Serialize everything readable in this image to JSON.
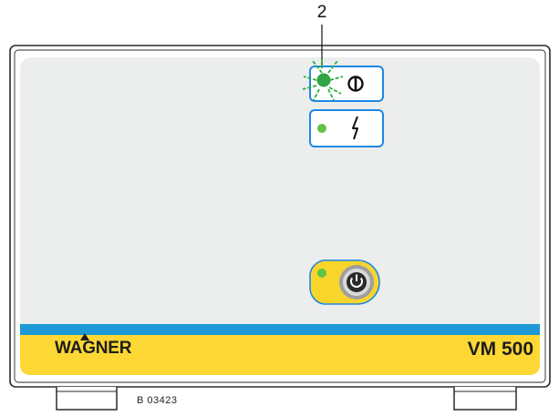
{
  "callout": {
    "number": "2"
  },
  "device": {
    "brand": "WAGNER",
    "model": "VM 500",
    "indicators": [
      {
        "id": "power",
        "led": "green",
        "state": "flashing",
        "symbol": "power-on-off-icon"
      },
      {
        "id": "fault",
        "led": "green",
        "state": "on",
        "symbol": "lightning-icon"
      }
    ],
    "main_switch": {
      "led": "green",
      "symbol": "power-button-icon"
    }
  },
  "figure_ref": "B 03423",
  "colors": {
    "panel": "#eceded",
    "stripe_blue": "#1d9ad6",
    "stripe_yellow": "#fdd835",
    "indicator_border": "#1e88e5",
    "led_green": "#62c244",
    "flash_rays": "#2cae3a",
    "switch_ring": "#f8d52b"
  }
}
